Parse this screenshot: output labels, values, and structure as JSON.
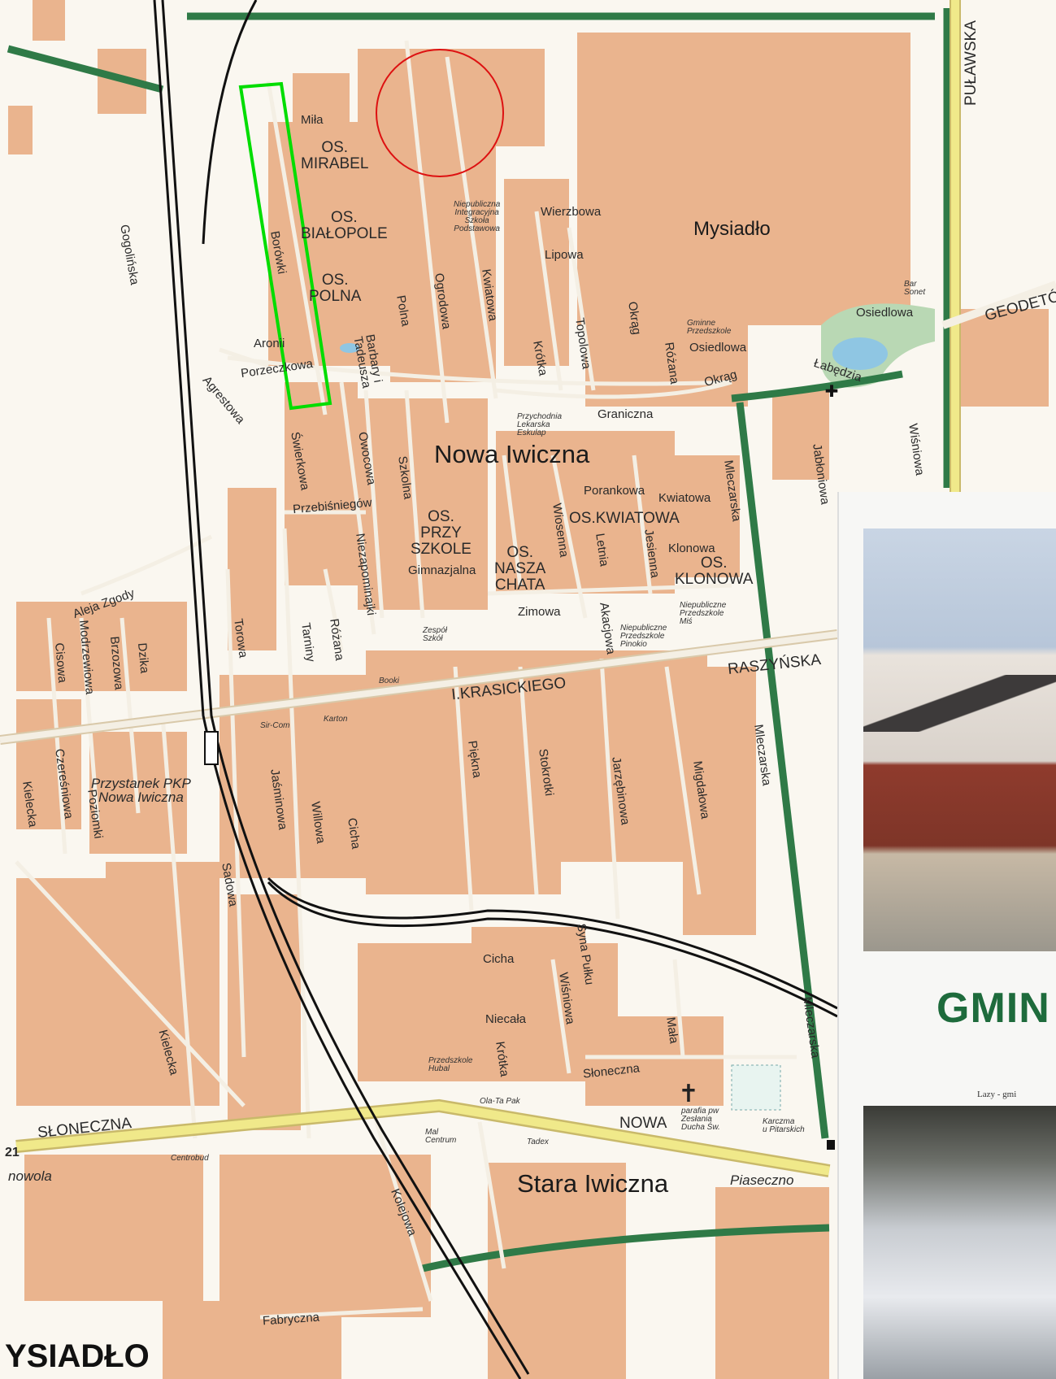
{
  "map": {
    "colors": {
      "background": "#faf7f0",
      "built_up": "#eab48e",
      "street": "#f4efe4",
      "main_road": "#f0e98a",
      "green_boundary": "#2f7a47",
      "railway": "#111111",
      "water": "#8fc6e3",
      "green_area": "#b9d8b4",
      "highlight_green": "#00dd00",
      "highlight_red": "#dd1111"
    },
    "icons": [
      "church-cross-icon",
      "cemetery-icon",
      "bus-stop-icon"
    ],
    "places": {
      "mysiadlo": "Mysiadło",
      "nowa_iwiczna": "Nowa Iwiczna",
      "stara_iwiczna": "Stara Iwiczna",
      "os_mirabel": "OS.\nMIRABEL",
      "os_bialopole": "OS.\nBIAŁOPOLE",
      "os_polna": "OS.\nPOLNA",
      "os_przy_szkole": "OS.\nPRZY\nSZKOLE",
      "os_nasza_chata": "OS.\nNASZA\nCHATA",
      "os_kwiatowa": "OS.KWIATOWA",
      "os_klonowa": "OS.\nKLONOWA",
      "przystanek": "Przystanek PKP\nNowa Iwiczna",
      "mysiadlo_corner": "YSIADŁO",
      "piaseczno": "Piaseczno",
      "nowola": "nowola",
      "route": "21"
    },
    "streets": {
      "pulawska": "PUŁAWSKA",
      "geodetow": "GEODETÓW",
      "mila": "Miła",
      "gogolinska": "Gogolińska",
      "borowki": "Borówki",
      "polna": "Polna",
      "ogrodowa": "Ogrodowa",
      "kwiatowa": "Kwiatowa",
      "wierzbowa": "Wierzbowa",
      "lipowa": "Lipowa",
      "krotka": "Krótka",
      "topolowa": "Topolowa",
      "okrag": "Okrąg",
      "rozana": "Różana",
      "osiedlowa": "Osiedlowa",
      "osiedlowa2": "Osiedlowa",
      "okrag2": "Okrąg",
      "labedzia": "Łabędzia",
      "aronii": "Aronii",
      "porzeczkowa": "Porzeczkowa",
      "agrestowa": "Agrestowa",
      "barbary": "Barbary i\nTadeusza",
      "graniczna": "Graniczna",
      "swierkowa": "Świerkowa",
      "owocowa": "Owocowa",
      "szkolna": "Szkolna",
      "mleczarska": "Mleczarska",
      "jablonowa": "Jabłoniowa",
      "wisniowa": "Wiśniowa",
      "porankowa": "Porankowa",
      "kwiatowa2": "Kwiatowa",
      "przebisniegow": "Przebiśniegów",
      "niezapominajki": "Niezapominajki",
      "gimnazjalna": "Gimnazjalna",
      "wiosenna": "Wiosenna",
      "letnia": "Letnia",
      "jesienna": "Jesienna",
      "klonowa": "Klonowa",
      "aleja_zgody": "Aleja Zgody",
      "zimowa": "Zimowa",
      "akacjowa": "Akacjowa",
      "modrzewiowa": "Modrzewiowa",
      "cisowa": "Cisowa",
      "brzozowa": "Brzozowa",
      "dzika": "Dzika",
      "torowa": "Torowa",
      "tarniny": "Tarniny",
      "rozana2": "Różana",
      "raszynska": "RASZYŃSKA",
      "krasickiego": "I.KRASICKIEGO",
      "jasminowa": "Jaśminowa",
      "wilowa": "Willowa",
      "cicha": "Cicha",
      "piekna": "Piękna",
      "stokrotki": "Stokrotki",
      "jarzebinowa": "Jarzębinowa",
      "migdalowa": "Migdałowa",
      "mleczarska2": "Mleczarska",
      "kielecka": "Kielecka",
      "czeresniowa": "Czereśniowa",
      "poziomki": "Poziomki",
      "sadowa": "Sadowa",
      "cicha2": "Cicha",
      "niecala": "Niecała",
      "krotka2": "Krótka",
      "wisniowa2": "Wiśniowa",
      "syna_pulku": "Syna Pułku",
      "mala": "Mała",
      "sloneczna": "Słoneczna",
      "mleczarska3": "Mleczarska",
      "sloneczna_main": "SŁONECZNA",
      "nowa": "NOWA",
      "kielecka2": "Kielecka",
      "kolejowa": "Kolejowa",
      "fabryczna": "Fabryczna"
    },
    "pois": {
      "school1": "Niepubliczna\nIntegracyjna\nSzkoła\nPodstawowa",
      "przedszkole1": "Gminne\nPrzedszkole",
      "bar": "Bar\nSonet",
      "przychodnia": "Przychodnia\nLekarska\nEskulap",
      "przedszkole2": "Niepubliczne\nPrzedszkole\nMiś",
      "przedszkole3": "Niepubliczne\nPrzedszkole\nPinokio",
      "zespol": "Zespół\nSzkół",
      "booki": "Booki",
      "sercom": "Sir-Com",
      "karton": "Karton",
      "przedszkole4": "Przedszkole\nHubal",
      "chata": "Ola-Ta Pak",
      "parafia": "parafia pw\nZesłania\nDucha Św.",
      "karczma": "Karczma\nu Pitarskich",
      "mal_centrum": "Mal\nCentrum",
      "tadex": "Tadex",
      "centrobud": "Centrobud"
    }
  },
  "brochure": {
    "title": "GMIN",
    "caption": "Lazy - gmi"
  }
}
